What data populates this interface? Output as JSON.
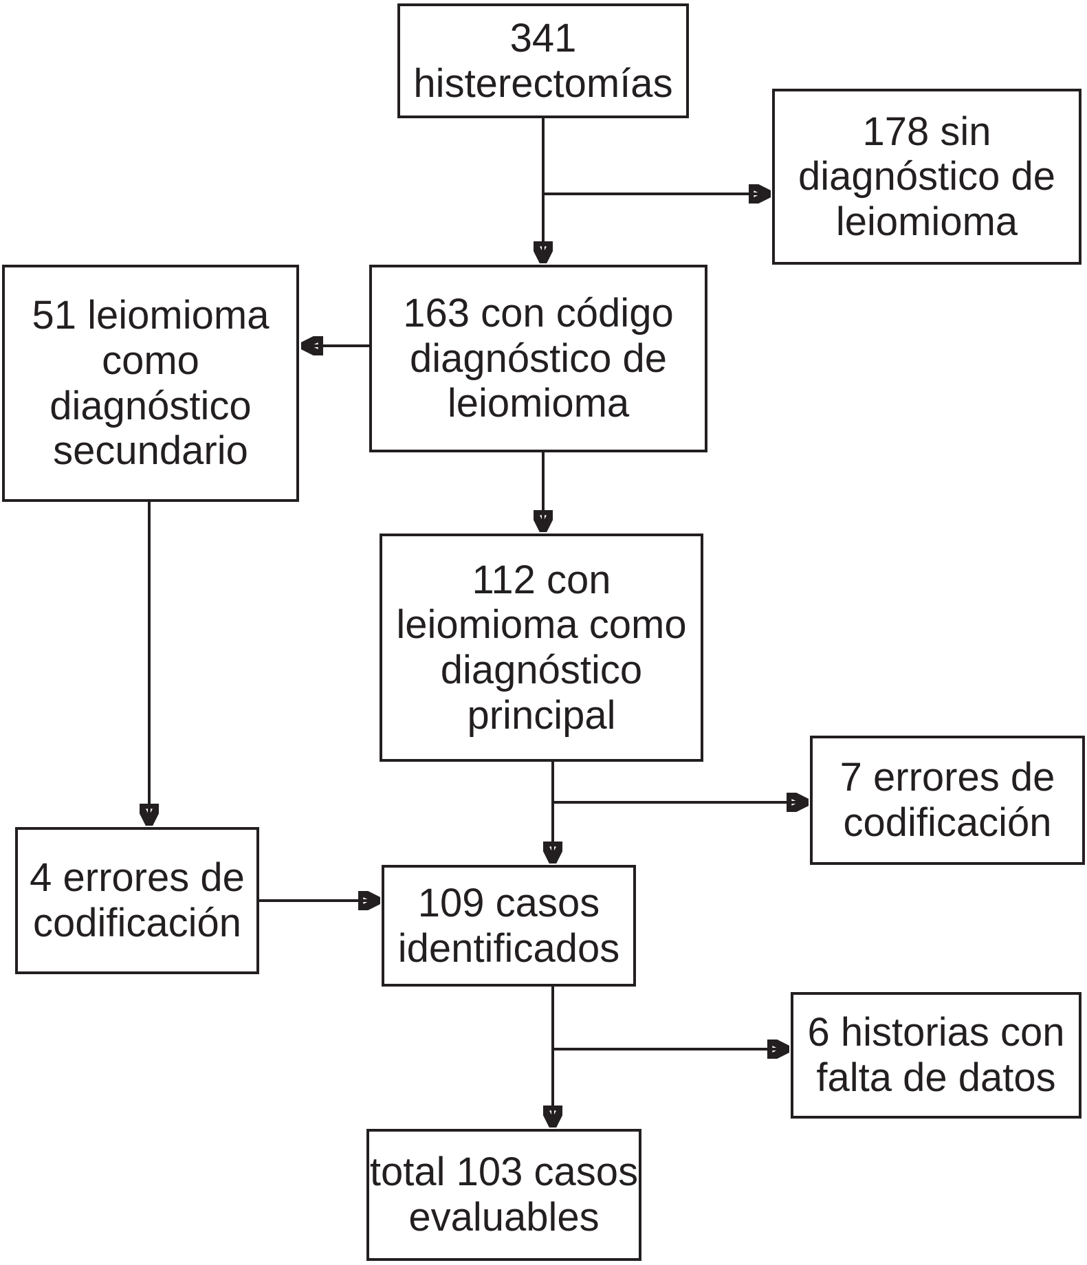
{
  "diagram": {
    "type": "flowchart",
    "language": "es",
    "colors": {
      "background": "#ffffff",
      "box_border": "#231f20",
      "text": "#231f20",
      "arrow": "#231f20"
    },
    "nodes": [
      {
        "id": "histerectomias",
        "value": 341,
        "label": "341\nhisterectomías"
      },
      {
        "id": "sin-diagnostico",
        "value": 178,
        "label": "178 sin\ndiagnóstico de\nleiomioma"
      },
      {
        "id": "con-codigo",
        "value": 163,
        "label": "163 con código\ndiagnóstico de\nleiomioma"
      },
      {
        "id": "diagnostico-secundario",
        "value": 51,
        "label": "51 leiomioma\ncomo\ndiagnóstico\nsecundario"
      },
      {
        "id": "diagnostico-principal",
        "value": 112,
        "label": "112 con\nleiomioma como\ndiagnóstico\nprincipal"
      },
      {
        "id": "errores-codificacion-7",
        "value": 7,
        "label": "7 errores de\ncodificación"
      },
      {
        "id": "errores-codificacion-4",
        "value": 4,
        "label": "4 errores de\ncodificación"
      },
      {
        "id": "casos-identificados",
        "value": 109,
        "label": "109 casos\nidentificados"
      },
      {
        "id": "historias-falta-datos",
        "value": 6,
        "label": "6 historias con\nfalta de datos"
      },
      {
        "id": "casos-evaluables",
        "value": 103,
        "label": "total 103 casos\nevaluables"
      }
    ],
    "edges": [
      {
        "from": "histerectomias",
        "to": "con-codigo"
      },
      {
        "from": "histerectomias",
        "to": "sin-diagnostico"
      },
      {
        "from": "con-codigo",
        "to": "diagnostico-secundario"
      },
      {
        "from": "con-codigo",
        "to": "diagnostico-principal"
      },
      {
        "from": "diagnostico-principal",
        "to": "errores-codificacion-7"
      },
      {
        "from": "diagnostico-principal",
        "to": "casos-identificados"
      },
      {
        "from": "diagnostico-secundario",
        "to": "errores-codificacion-4"
      },
      {
        "from": "errores-codificacion-4",
        "to": "casos-identificados"
      },
      {
        "from": "casos-identificados",
        "to": "historias-falta-datos"
      },
      {
        "from": "casos-identificados",
        "to": "casos-evaluables"
      }
    ]
  }
}
